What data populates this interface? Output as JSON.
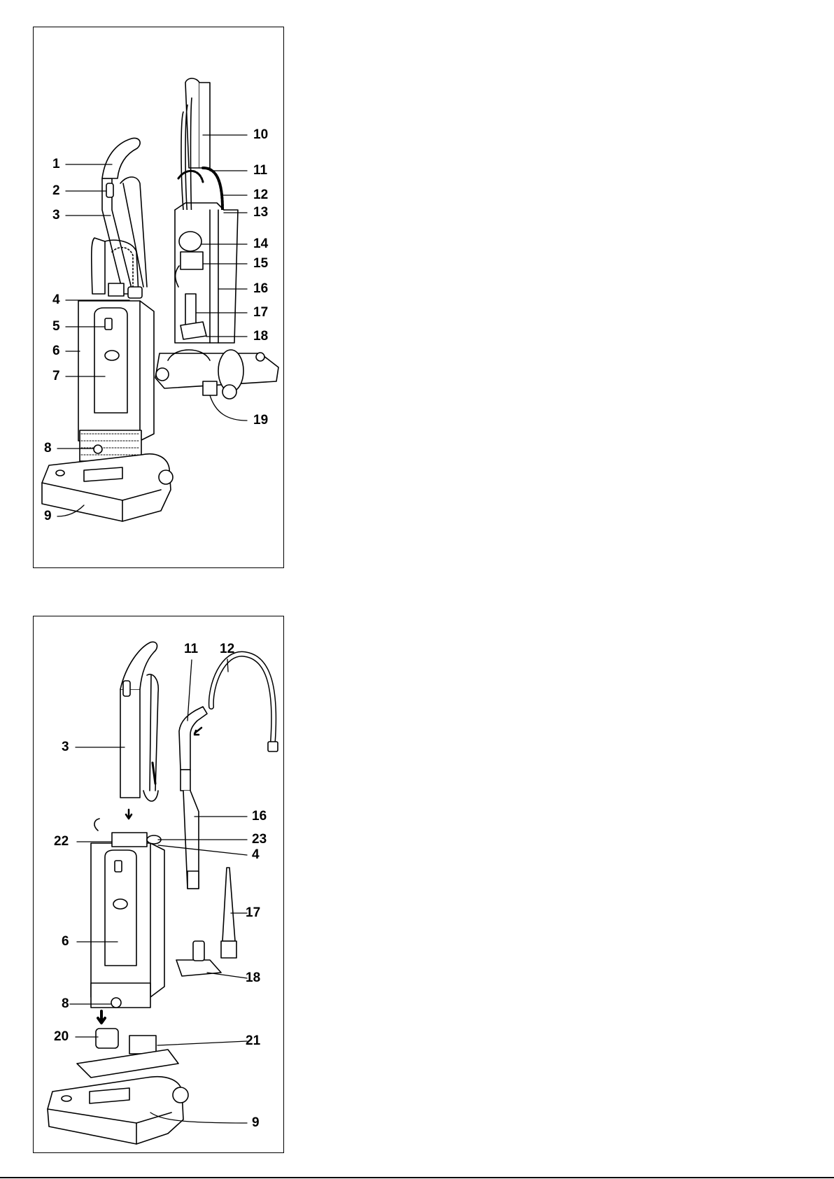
{
  "figure_1": {
    "labels": [
      {
        "text": "1"
      },
      {
        "text": "2"
      },
      {
        "text": "3"
      },
      {
        "text": "4"
      },
      {
        "text": "5"
      },
      {
        "text": "6"
      },
      {
        "text": "7"
      },
      {
        "text": "8"
      },
      {
        "text": "9"
      },
      {
        "text": "10"
      },
      {
        "text": "11"
      },
      {
        "text": "12"
      },
      {
        "text": "13"
      },
      {
        "text": "14"
      },
      {
        "text": "15"
      },
      {
        "text": "16"
      },
      {
        "text": "17"
      },
      {
        "text": "18"
      },
      {
        "text": "19"
      }
    ]
  },
  "figure_2": {
    "labels": [
      {
        "text": "3"
      },
      {
        "text": "22"
      },
      {
        "text": "6"
      },
      {
        "text": "8"
      },
      {
        "text": "20"
      },
      {
        "text": "11"
      },
      {
        "text": "12"
      },
      {
        "text": "16"
      },
      {
        "text": "23"
      },
      {
        "text": "4"
      },
      {
        "text": "17"
      },
      {
        "text": "18"
      },
      {
        "text": "21"
      },
      {
        "text": "9"
      }
    ]
  }
}
